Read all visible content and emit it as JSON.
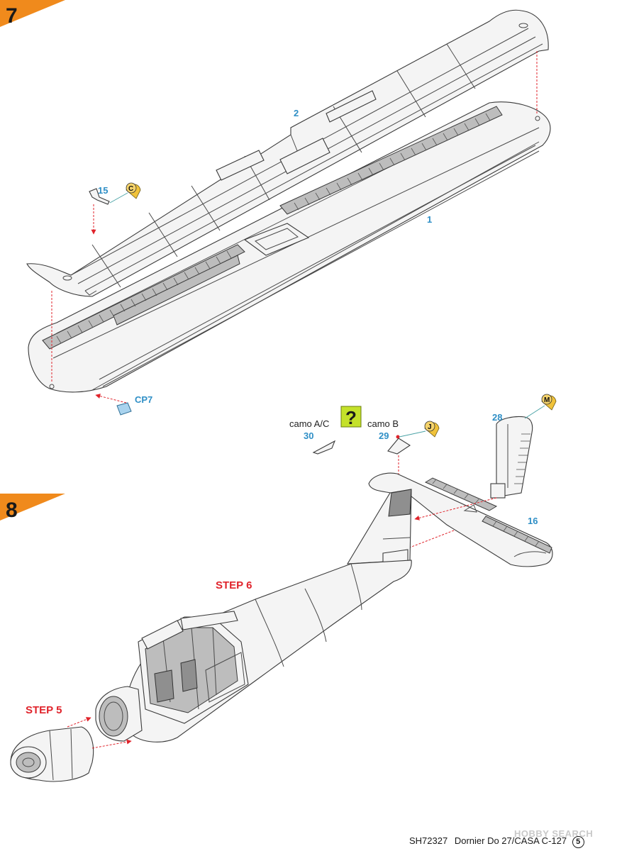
{
  "steps": {
    "step7": {
      "number": "7"
    },
    "step8": {
      "number": "8"
    }
  },
  "parts": {
    "p1": "1",
    "p2": "2",
    "p15": "15",
    "cp7": "CP7",
    "p28": "28",
    "p30": "30",
    "p29": "29",
    "p16": "16"
  },
  "camo": {
    "ac": "camo A/C",
    "b": "camo B",
    "unknown_symbol": "?"
  },
  "tags": {
    "c": "C",
    "j": "J",
    "m": "M"
  },
  "callouts": {
    "step6": "STEP 6",
    "step5": "STEP 5"
  },
  "footer": {
    "code": "SH72327",
    "title": "Dornier Do 27/CASA C-127",
    "page": "5"
  },
  "watermark": "HOBBY SEARCH",
  "colors": {
    "step_badge": "#f08a1c",
    "part_label": "#2f8fc6",
    "guide_arrow": "#e0232b",
    "camo_badge": "#c4e12a",
    "parts_tag": "#f0c23a",
    "clear_part": "#a9d3ee"
  }
}
